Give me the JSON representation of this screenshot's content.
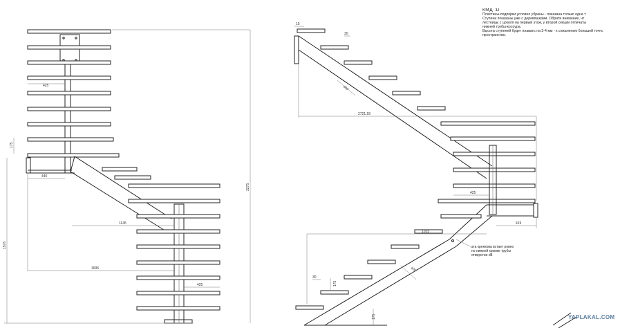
{
  "notes": {
    "heading": "КМД :D",
    "lines": [
      "Пластины-подпорки условно убраны - показана только одна т",
      "Ступени показаны уже с деревяшками. Обрати внимание, чт",
      "лестницы с цоколя на первый этаж, у второй секции отличаты",
      "нижней трубы-косоура.",
      "Высота ступеней будет плавать на 3-4 мм - к сожалению большей точнс",
      "пространство."
    ]
  },
  "callout": {
    "lines": [
      "эта кренкова встает ровно",
      "по нижней кромке трубы",
      "отверстие d8"
    ]
  },
  "watermark": "YAPLAKAL.COM",
  "left_view": {
    "dims": {
      "step_depth_top": "425",
      "rise": "175",
      "landing_width": "440",
      "run_middle": "1145",
      "run_total": "1695",
      "step_depth_bottom": "425",
      "height_total": "3275",
      "height_lower": "1576"
    }
  },
  "right_view": {
    "dims": {
      "offset_top": "15",
      "step_top": "30",
      "stringer_top": "400",
      "run_upper": "2721,59",
      "step_mid": "425",
      "landing": "419",
      "span_mid": "1015",
      "step_low": "30",
      "rise_low": "175",
      "stringer_low": "400",
      "rise_bottom": "175"
    }
  }
}
